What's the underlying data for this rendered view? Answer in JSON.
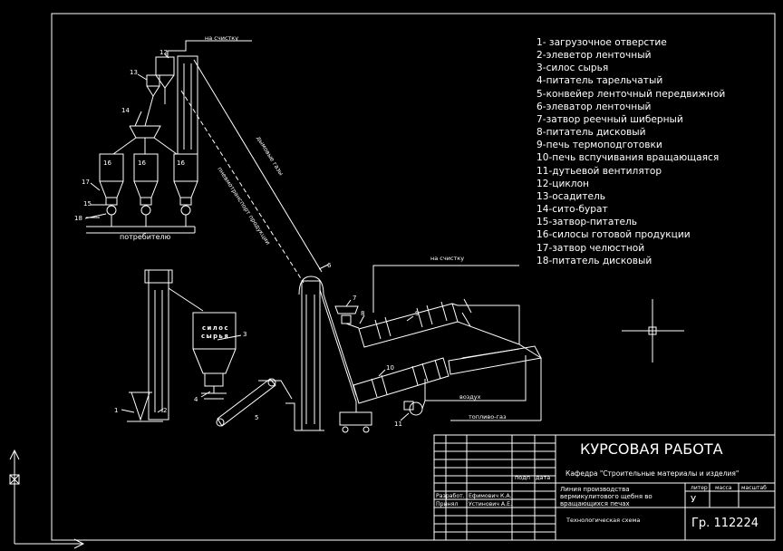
{
  "labels": {
    "to_cleaning_top": "на счистку",
    "to_cleaning_mid": "на счистку",
    "to_consumer": "потребителю",
    "flue_gases": "дымовые газы",
    "product_pneumotransport": "пневмотранспорт продукции",
    "air": "воздух",
    "fuel_gas": "топливо-газ",
    "silo_raw_line1": "силос",
    "silo_raw_line2": "сырья"
  },
  "callouts": {
    "n1": "1",
    "n2": "2",
    "n3": "3",
    "n4": "4",
    "n5": "5",
    "n6": "6",
    "n7": "7",
    "n8": "8",
    "n9": "9",
    "n10": "10",
    "n11": "11",
    "n12": "12",
    "n13": "13",
    "n14": "14",
    "n15": "15",
    "n16a": "16",
    "n16b": "16",
    "n16c": "16",
    "n17": "17",
    "n18": "18"
  },
  "legend": [
    "1- загрузочное отверстие",
    "2-элеветор ленточный",
    "3-силос сырья",
    "4-питатель тарельчатый",
    "5-конвейер ленточный передвижной",
    "6-элеватор ленточный",
    "7-затвор реечный шиберный",
    "8-питатель дисковый",
    "9-печь термоподготовки",
    "10-печь вспучивания вращающаяся",
    "11-дутьевой вентилятор",
    "12-циклон",
    "13-осадитель",
    "14-сито-бурат",
    "15-затвор-питатель",
    "16-силосы готовой продукции",
    "17-затвор челюстной",
    "18-питатель дисковый"
  ],
  "title_block": {
    "title": "КУРСОВАЯ РАБОТА",
    "department": "Кафедра \"Строительные материалы и изделия\"",
    "podp": "подп",
    "data": "дата",
    "developed_label": "Разработ.",
    "developed_name": "Ефимович К.А.",
    "accepted_label": "Принял",
    "accepted_name": "Устинович А.Е.",
    "drawing_name_line1": "Линия производства",
    "drawing_name_line2": "вермикулитового щебня во",
    "drawing_name_line3": "вращающихся печах",
    "liter_label": "литер",
    "mass_label": "масса",
    "scale_label": "масштаб",
    "liter_value": "У",
    "sheet_type": "Технологическая схема",
    "group": "Гр. 112224"
  },
  "colors": {
    "background": "#000000",
    "lines": "#ffffff",
    "crosshair": "#ffffff"
  },
  "icons": {
    "ucs": "ucs-axes-icon",
    "crosshair": "cursor-crosshair-icon"
  }
}
